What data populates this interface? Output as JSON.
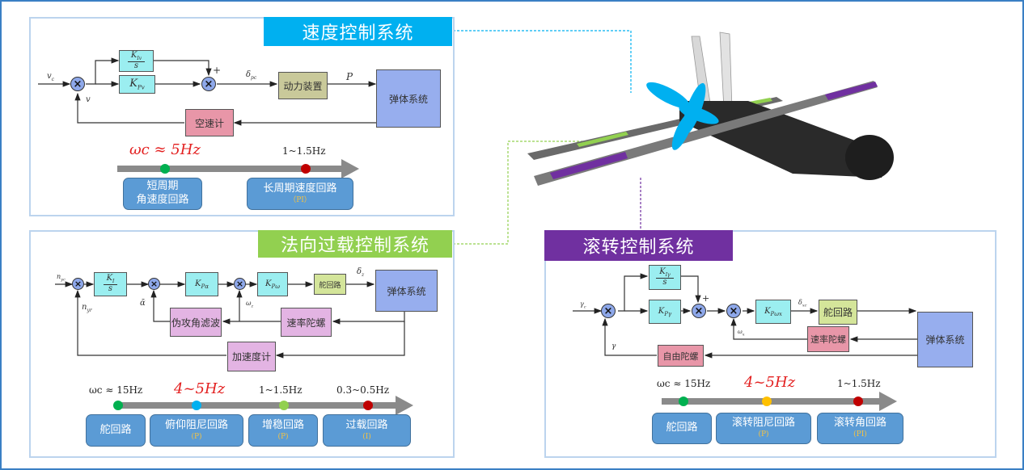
{
  "colors": {
    "frame_border": "#3a7fc4",
    "panel_border": "#bcd4ee",
    "speed_title_bg": "#00b0f0",
    "overload_title_bg": "#92d050",
    "roll_title_bg": "#7030a0",
    "loop_box": "#5b9bd5",
    "controller_label": "#f5c242",
    "highlight_freq": "#e32020",
    "axis": "#8a8a8a"
  },
  "speed_panel": {
    "title": "速度控制系统",
    "signals": {
      "input": "v_c",
      "feedback": "v",
      "actuator_cmd": "δ_pc",
      "thrust": "P",
      "plus": "+"
    },
    "blocks": {
      "integral_num": "K_Iv",
      "integral_den": "s",
      "proportional": "K_Pv",
      "powerplant": "动力装置",
      "airframe": "弹体系统",
      "airspeed_meter": "空速计"
    },
    "timeline": {
      "markers": [
        {
          "label": "ωc ≈ 5Hz",
          "color": "#00b050",
          "highlight": true
        },
        {
          "label": "1~1.5Hz",
          "color": "#c00000",
          "highlight": false
        }
      ],
      "loops": [
        {
          "line1": "短周期",
          "line2": "角速度回路",
          "controller": ""
        },
        {
          "line1": "长周期速度回路",
          "line2": "",
          "controller": "（PI）"
        }
      ]
    }
  },
  "overload_panel": {
    "title": "法向过载控制系统",
    "signals": {
      "input": "n_yc",
      "feedback": "n_yr",
      "alpha": "ᾱ",
      "rate": "ω_z",
      "deflection": "δ_z"
    },
    "blocks": {
      "integral_num": "K_I",
      "integral_den": "s",
      "k_alpha": "K_Pα",
      "k_omega": "K_Pω",
      "servo": "舵回路",
      "airframe": "弹体系统",
      "pseudo_aoa_filter": "伪攻角滤波",
      "rate_gyro": "速率陀螺",
      "accelerometer": "加速度计"
    },
    "timeline": {
      "markers": [
        {
          "label": "ωc ≈ 15Hz",
          "color": "#00b050",
          "highlight": false
        },
        {
          "label": "4~5Hz",
          "color": "#00b0f0",
          "highlight": true
        },
        {
          "label": "1~1.5Hz",
          "color": "#92d050",
          "highlight": false
        },
        {
          "label": "0.3~0.5Hz",
          "color": "#c00000",
          "highlight": false
        }
      ],
      "loops": [
        {
          "line1": "舵回路",
          "controller": ""
        },
        {
          "line1": "俯仰阻尼回路",
          "controller": "(P)"
        },
        {
          "line1": "增稳回路",
          "controller": "(P)"
        },
        {
          "line1": "过载回路",
          "controller": "(I)"
        }
      ]
    }
  },
  "roll_panel": {
    "title": "滚转控制系统",
    "signals": {
      "input": "γ_c",
      "feedback": "γ",
      "rate": "ω_x",
      "deflection": "δ_xc",
      "plus": "+"
    },
    "blocks": {
      "integral_num": "K_Iγ",
      "integral_den": "s",
      "proportional": "K_Pγ",
      "k_omega": "K_Pωx",
      "servo": "舵回路",
      "airframe": "弹体系统",
      "rate_gyro": "速率陀螺",
      "free_gyro": "自由陀螺"
    },
    "timeline": {
      "markers": [
        {
          "label": "ωc ≈ 15Hz",
          "color": "#00b050",
          "highlight": false
        },
        {
          "label": "4~5Hz",
          "color": "#ffc000",
          "highlight": true
        },
        {
          "label": "1~1.5Hz",
          "color": "#c00000",
          "highlight": false
        }
      ],
      "loops": [
        {
          "line1": "舵回路",
          "controller": ""
        },
        {
          "line1": "滚转阻尼回路",
          "controller": "(P)"
        },
        {
          "line1": "滚转角回路",
          "controller": "(PI)"
        }
      ]
    }
  },
  "aircraft_image": {
    "description": "folding-wing loitering munition with highlighted propeller, green and purple wing segments"
  }
}
